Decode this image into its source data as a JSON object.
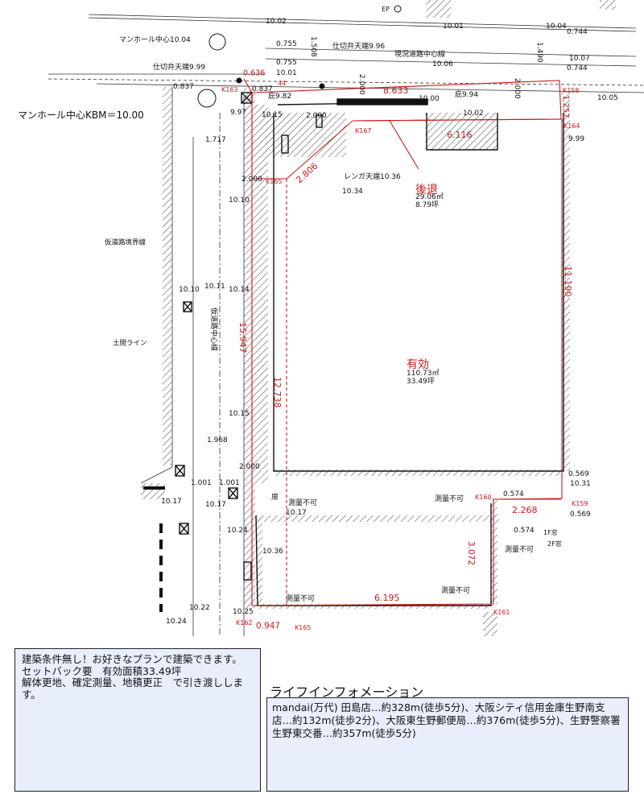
{
  "plan": {
    "manhole_top": "マンホール中心10.04",
    "manhole_kbm": "マンホール中心KBM＝10.00",
    "shikiri_1": "仕切弁天端9.99",
    "shikiri_2": "仕切弁天端9.96",
    "road_center": "現況道路中心線",
    "temp_road_boundary": "仮道路境界線",
    "temp_road_center": "仮道路中心線",
    "doma_line": "土間ライン",
    "brick_top": "レンガ天端10.36",
    "ep": "EP",
    "setback_title": "後退",
    "setback_area_m2": "29.06㎡",
    "setback_area_tsubo": "8.79坪",
    "effective_title": "有効",
    "effective_area_m2": "110.73㎡",
    "effective_area_tsubo": "33.49坪",
    "survey_impossible": "測量不可",
    "door": "扉",
    "window_1f": "1F窓",
    "window_2f": "2F窓",
    "elev_top_1": "10.02",
    "elev_top_2": "10.01",
    "elev_top_3": "10.04",
    "elev_0744a": "0.744",
    "elev_0744b": "0.744",
    "elev_1007": "10.07",
    "elev_0755a": "0.755",
    "elev_0755b": "0.755",
    "elev_1508": "1.508",
    "elev_1490": "1.490",
    "elev_1001": "10.01",
    "elev_1006": "10.06",
    "elev_0636": "0.636",
    "elev_44": "44",
    "elev_0837a": "0.837",
    "elev_0837b": "0.837",
    "elev_982": "庇9.82",
    "elev_2000a": "2.000",
    "elev_8633": "8.633",
    "elev_2000b": "2.000",
    "elev_1000": "10.00",
    "elev_994": "庇9.94",
    "elev_1005": "10.05",
    "elev_997": "9.97",
    "elev_1015": "10.15",
    "elev_2000c": "2.000",
    "elev_1002b": "10.02",
    "elev_1257": "1.257",
    "elev_6116": "6.116",
    "elev_999": "9.99",
    "elev_1717": "1.717",
    "elev_2000d": "2.000",
    "elev_2806": "2.806",
    "elev_1034": "10.34",
    "elev_1010a": "10.10",
    "elev_1010b": "10.10",
    "elev_1011": "10.11",
    "elev_1014": "10.14",
    "elev_11190": "11.190",
    "elev_15947": "15.947",
    "elev_12738": "12.738",
    "elev_1015b": "10.15",
    "elev_1968": "1.968",
    "elev_2000e": "2.000",
    "elev_1001a": "1.001",
    "elev_1001b": "1.001",
    "elev_0569a": "0.569",
    "elev_1031": "10.31",
    "elev_0569b": "0.569",
    "elev_0574a": "0.574",
    "elev_0574b": "0.574",
    "elev_2268": "2.268",
    "elev_1017a": "10.17",
    "elev_1017b": "10.17",
    "elev_1017c": "10.17",
    "elev_1024a": "10.24",
    "elev_1036": "10.36",
    "elev_3072": "3.072",
    "elev_6195": "6.195",
    "elev_1022": "10.22",
    "elev_1025": "10.25",
    "elev_1024b": "10.24",
    "elev_0947": "0.947",
    "k163": "K163",
    "k158": "K158",
    "k164": "K164",
    "k167": "K167",
    "k165a": "K165",
    "k160": "K160",
    "k159": "K159",
    "k161": "K161",
    "k162": "K162",
    "k165b": "K165"
  },
  "conditions": {
    "text": "建築条件無し！お好きなプランで建築できます。\nセットバック要　有効面積33.49坪\n解体更地、確定測量、地積更正　で引き渡しします。"
  },
  "lifeinfo": {
    "title": "ライフインフォメーション",
    "text": "mandai(万代) 田島店…約328m(徒歩5分)、大阪シティ信用金庫生野南支店…約132m(徒歩2分)、大阪東生野郵便局…約376m(徒歩5分)、生野警察署生野東交番…約357m(徒歩5分)"
  },
  "colors": {
    "red": "#cc1a1a",
    "black": "#111111",
    "box": "#e8eefc"
  }
}
